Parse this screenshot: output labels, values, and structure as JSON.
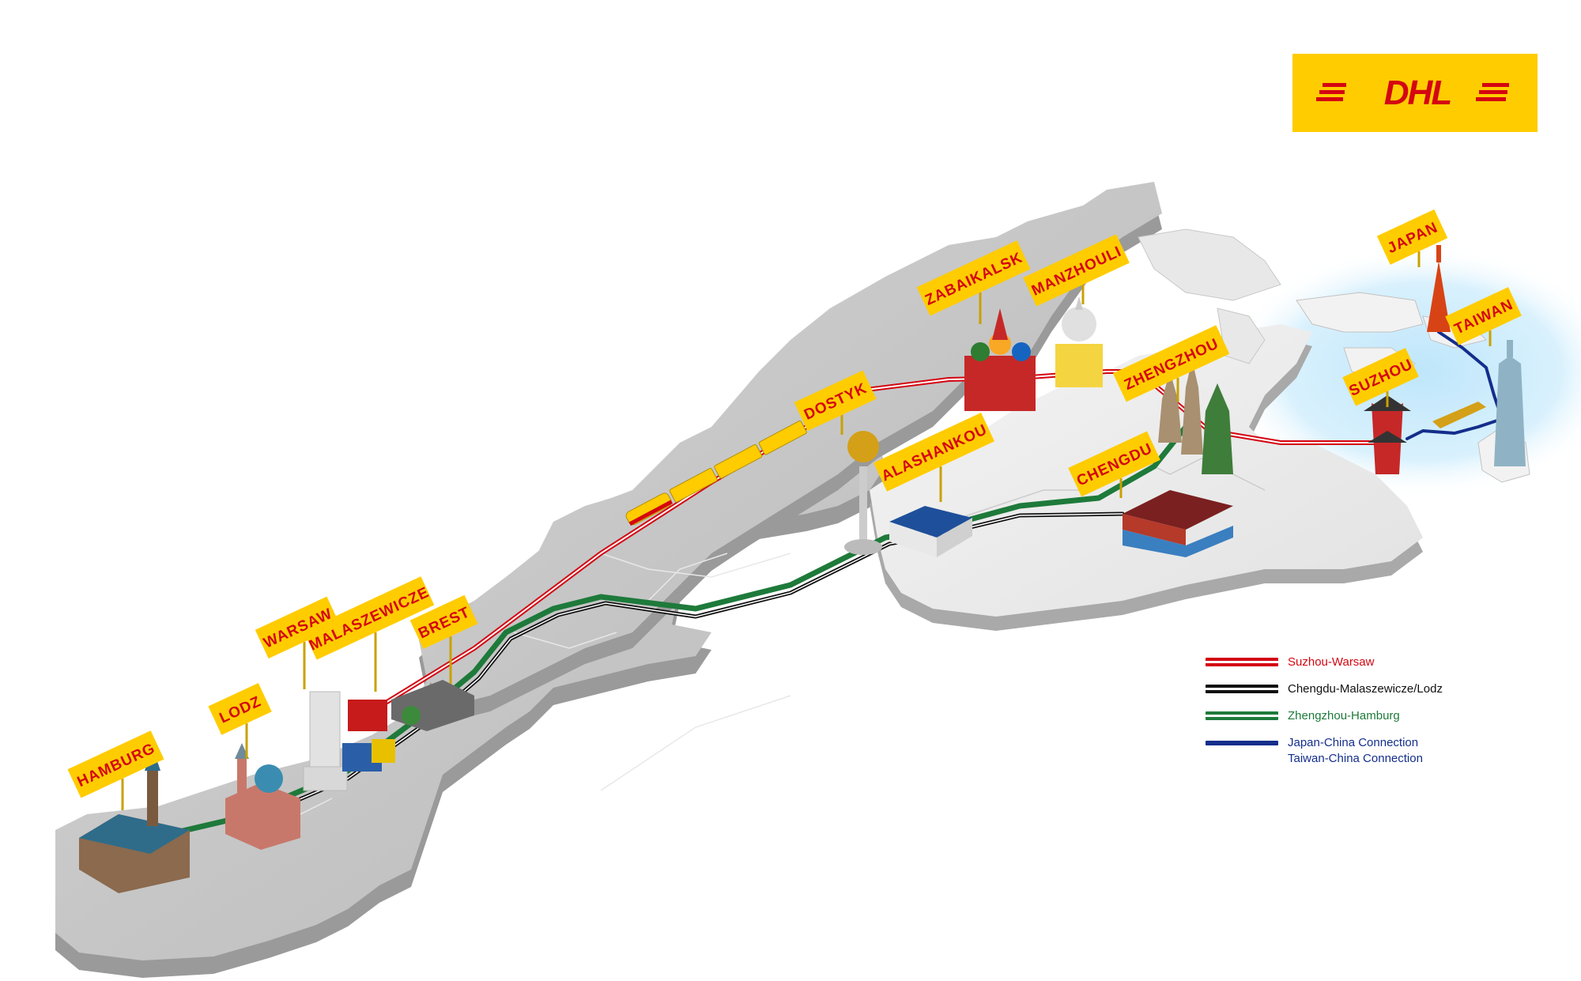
{
  "brand": {
    "logo_text": "DHL",
    "yellow": "#ffcc00",
    "red": "#d40511"
  },
  "cities": [
    {
      "id": "hamburg",
      "label": "HAMBURG"
    },
    {
      "id": "lodz",
      "label": "LODZ"
    },
    {
      "id": "warsaw",
      "label": "WARSAW"
    },
    {
      "id": "malaszewicze",
      "label": "MALASZEWICZE"
    },
    {
      "id": "brest",
      "label": "BREST"
    },
    {
      "id": "dostyk",
      "label": "DOSTYK"
    },
    {
      "id": "alashankou",
      "label": "ALASHANKOU"
    },
    {
      "id": "zabaikalsk",
      "label": "ZABAIKALSK"
    },
    {
      "id": "manzhouli",
      "label": "MANZHOULI"
    },
    {
      "id": "zhengzhou",
      "label": "ZHENGZHOU"
    },
    {
      "id": "chengdu",
      "label": "CHENGDU"
    },
    {
      "id": "suzhou",
      "label": "SUZHOU"
    },
    {
      "id": "japan",
      "label": "JAPAN"
    },
    {
      "id": "taiwan",
      "label": "TAIWAN"
    }
  ],
  "legend": [
    {
      "label": "Suzhou-Warsaw",
      "color": "#d40511"
    },
    {
      "label": "Chengdu-Malaszewicze/Lodz",
      "color": "#111111"
    },
    {
      "label": "Zhengzhou-Hamburg",
      "color": "#1e7a3a"
    },
    {
      "label": "Japan-China Connection\nTaiwan-China Connection",
      "color": "#142e8c"
    }
  ]
}
